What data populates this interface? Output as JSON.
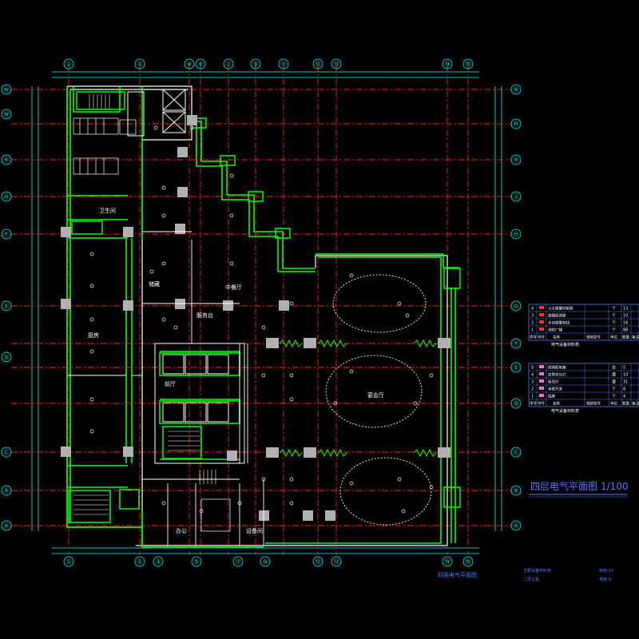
{
  "drawing": {
    "title": "四层电气平面图",
    "scale": "1/100",
    "subtitle": "四层电气平面图",
    "note_left": "主要设备材料表",
    "note_right": "电施-10",
    "note_left2": "二层工程",
    "note_right2": "电施-9"
  },
  "axes": {
    "top": [
      "①",
      "②",
      "④",
      "⑥",
      "⑦",
      "⑨",
      "⑪",
      "⑫",
      "⑬",
      "⑭",
      "⑮"
    ],
    "bottom": [
      "①",
      "②",
      "③",
      "⑤",
      "⑦",
      "⑩",
      "⑫",
      "⑬",
      "⑭",
      "⑮"
    ],
    "left": [
      "Ⓝ",
      "Ⓜ",
      "Ⓚ",
      "Ⓗ",
      "Ⓕ",
      "Ⓔ",
      "Ⓓ",
      "Ⓒ",
      "Ⓑ",
      "Ⓐ"
    ],
    "right": [
      "Ⓝ",
      "Ⓜ",
      "Ⓚ",
      "Ⓙ",
      "Ⓗ",
      "Ⓖ",
      "Ⓕ",
      "Ⓔ",
      "Ⓓ",
      "Ⓒ",
      "Ⓑ",
      "Ⓐ"
    ]
  },
  "rooms": {
    "dining_hall": "中餐厅",
    "banquet_hall": "宴会厅",
    "kitchen": "厨房",
    "lobby": "前厅",
    "service": "服务台",
    "store": "储藏",
    "toilet": "卫生间",
    "office": "办公",
    "equipment": "设备间"
  },
  "legend_tables": [
    {
      "rows": [
        {
          "no": "4",
          "name": "火灾报警控制器",
          "unit": "个",
          "qty": "13"
        },
        {
          "no": "3",
          "name": "感烟探测器",
          "unit": "个",
          "qty": "10"
        },
        {
          "no": "2",
          "name": "手动报警按钮",
          "unit": "个",
          "qty": "16"
        },
        {
          "no": "1",
          "name": "消防广播",
          "unit": "个",
          "qty": "88"
        }
      ],
      "header": [
        "序号",
        "符号",
        "名称",
        "规格型号",
        "单位",
        "数量",
        "备注"
      ],
      "caption": "电气设备材料表"
    },
    {
      "rows": [
        {
          "no": "5",
          "name": "照明配电箱",
          "unit": "台",
          "qty": "5"
        },
        {
          "no": "4",
          "name": "双管荧光灯",
          "unit": "盏",
          "qty": "10"
        },
        {
          "no": "3",
          "name": "吸顶灯",
          "unit": "盏",
          "qty": "31"
        },
        {
          "no": "2",
          "name": "单联开关",
          "unit": "个",
          "qty": "8"
        },
        {
          "no": "1",
          "name": "插座",
          "unit": "个",
          "qty": "4"
        }
      ],
      "header": [
        "序号",
        "符号",
        "名称",
        "规格型号",
        "单位",
        "数量",
        "备注"
      ],
      "caption": "电气设备材料表"
    }
  ],
  "colors": {
    "background": "#000000",
    "axis_line": "#ff2020",
    "wall": "#ffffff",
    "equipment": "#00ff00",
    "dimension": "#00ffff",
    "text": "#ffffff",
    "table_border": "#4d7cff",
    "grey_column": "#b0b0b0",
    "pink_symbol": "#ff6bd0"
  }
}
